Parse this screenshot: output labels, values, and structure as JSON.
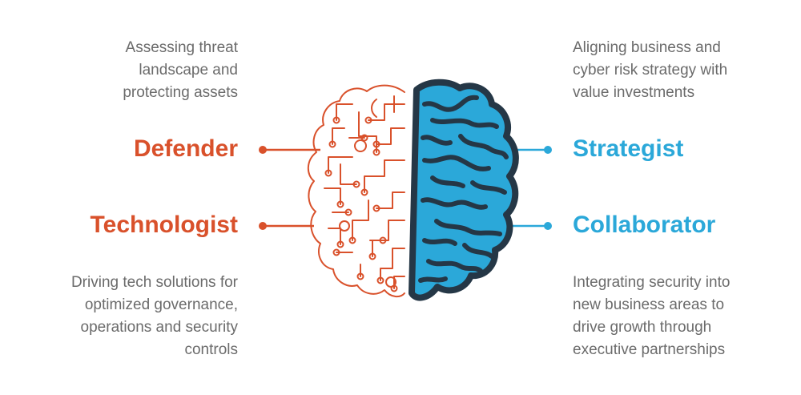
{
  "left": {
    "top_description": "Assessing threat\nlandscape and\nprotecting assets",
    "defender_label": "Defender",
    "technologist_label": "Technologist",
    "bottom_description": "Driving tech solutions for\noptimized governance,\noperations and security\ncontrols"
  },
  "right": {
    "top_description": "Aligning business and\ncyber risk strategy with\nvalue investments",
    "strategist_label": "Strategist",
    "collaborator_label": "Collaborator",
    "bottom_description": "Integrating security into\nnew business areas to\ndrive growth through\nexecutive partnerships"
  },
  "colors": {
    "orange": "#d9512b",
    "blue": "#2ba8d9",
    "outline": "#253746",
    "text_gray": "#6b6b6b"
  },
  "icons": {
    "left_hemisphere": "circuit-brain-icon",
    "right_hemisphere": "organic-brain-icon"
  }
}
